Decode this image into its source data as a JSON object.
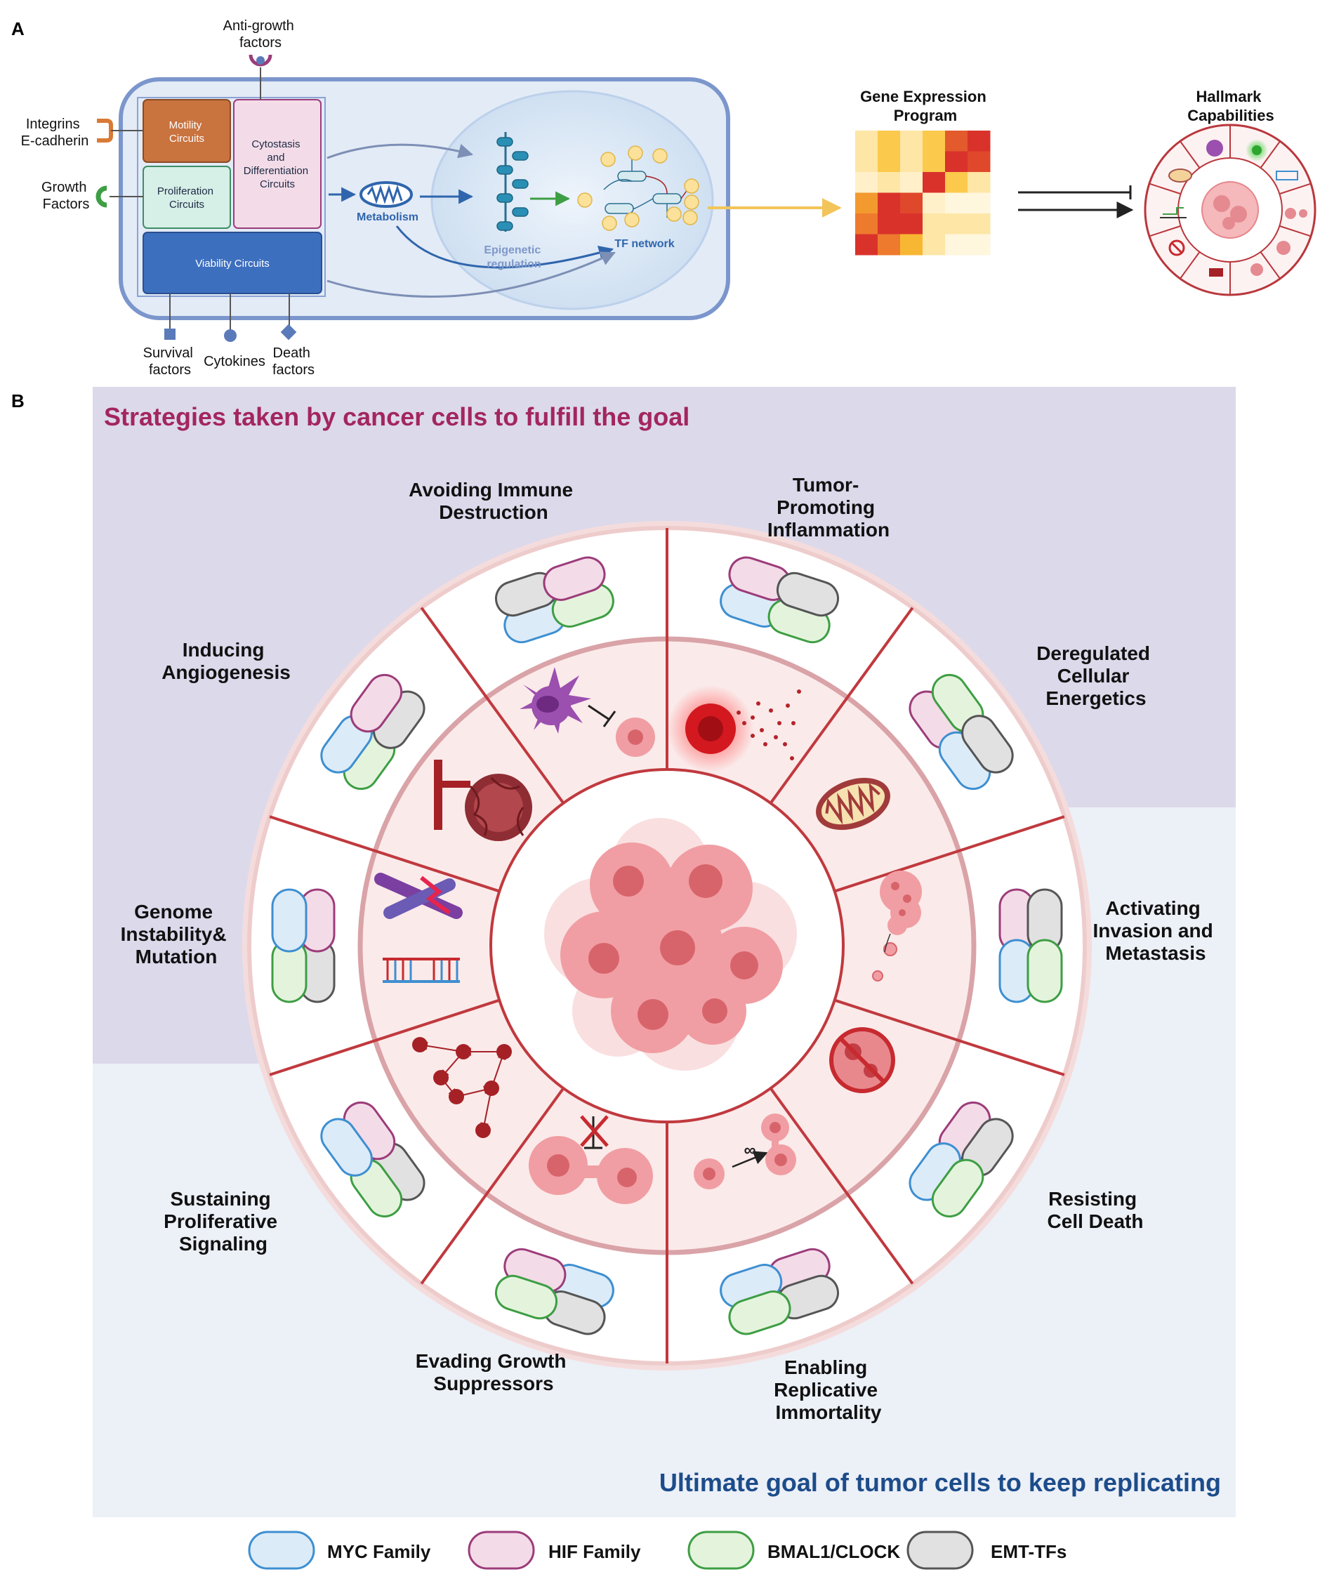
{
  "panel_a": {
    "label": "A",
    "anti_growth": [
      "Anti-growth",
      "factors"
    ],
    "integrins": [
      "Integrins",
      "E-cadherin"
    ],
    "growth": [
      "Growth",
      "Factors"
    ],
    "motility": [
      "Motility",
      "Circuits"
    ],
    "proliferation": [
      "Proliferation",
      "Circuits"
    ],
    "cytostasis": [
      "Cytostasis",
      "and",
      "Differentiation",
      "Circuits"
    ],
    "viability": "Viability Circuits",
    "metabolism": "Metabolism",
    "epigenetic": [
      "Epigenetic",
      "regulation"
    ],
    "tf_network": "TF network",
    "survival": [
      "Survival",
      "factors"
    ],
    "cytokines": "Cytokines",
    "death": [
      "Death",
      "factors"
    ],
    "gene_expression": [
      "Gene Expression",
      "Program"
    ],
    "hallmark": [
      "Hallmark",
      "Capabilities"
    ],
    "heatmap": [
      [
        "#fde6a6",
        "#fbc94c",
        "#fde6a6",
        "#fbc94c",
        "#e35a2c",
        "#d9322b"
      ],
      [
        "#fde6a6",
        "#fbc94c",
        "#fde6a6",
        "#fbc94c",
        "#d9322b",
        "#e0482c"
      ],
      [
        "#fff0c9",
        "#fde6a6",
        "#fff0c9",
        "#d9322b",
        "#fbc94c",
        "#fde6a6"
      ],
      [
        "#f29a2e",
        "#d9322b",
        "#e0482c",
        "#fff0c9",
        "#fff6de",
        "#fff6de"
      ],
      [
        "#ee7a2e",
        "#d9322b",
        "#d9322b",
        "#fde6a6",
        "#fde6a6",
        "#fde6a6"
      ],
      [
        "#d9322b",
        "#ee7a2e",
        "#f8b732",
        "#fde6a6",
        "#fff6de",
        "#fff6de"
      ]
    ]
  },
  "panel_b": {
    "label": "B",
    "strategies_title": "Strategies taken by cancer cells to fulfill the goal",
    "ultimate_goal": "Ultimate goal of tumor cells to keep replicating",
    "hallmarks": {
      "avoiding_immune": [
        "Avoiding Immune",
        "Destruction"
      ],
      "tumor_inflammation": [
        "Tumor-",
        "Promoting",
        "Inflammation"
      ],
      "deregulated_energetics": [
        "Deregulated",
        "Cellular",
        "Energetics"
      ],
      "invasion_metastasis": [
        "Activating",
        "Invasion and",
        "Metastasis"
      ],
      "resisting_death": [
        "Resisting",
        "Cell Death"
      ],
      "replicative_immortality": [
        "Enabling",
        "Replicative",
        "Immortality"
      ],
      "evading_suppressors": [
        "Evading Growth",
        "Suppressors"
      ],
      "sustaining_proliferative": [
        "Sustaining",
        "Proliferative",
        "Signaling"
      ],
      "genome_instability": [
        "Genome",
        "Instability&",
        "Mutation"
      ],
      "inducing_angiogenesis": [
        "Inducing",
        "Angiogenesis"
      ]
    },
    "immortality_symbol": "∞"
  },
  "legend": [
    {
      "label": "MYC Family",
      "fill": "#dcebf8",
      "stroke": "#3d8fd1"
    },
    {
      "label": "HIF Family",
      "fill": "#f4dbe8",
      "stroke": "#9c3c7a"
    },
    {
      "label": "BMAL1/CLOCK",
      "fill": "#e4f4dc",
      "stroke": "#3e9e44"
    },
    {
      "label": "EMT-TFs",
      "fill": "#e1e1e1",
      "stroke": "#555555"
    }
  ]
}
